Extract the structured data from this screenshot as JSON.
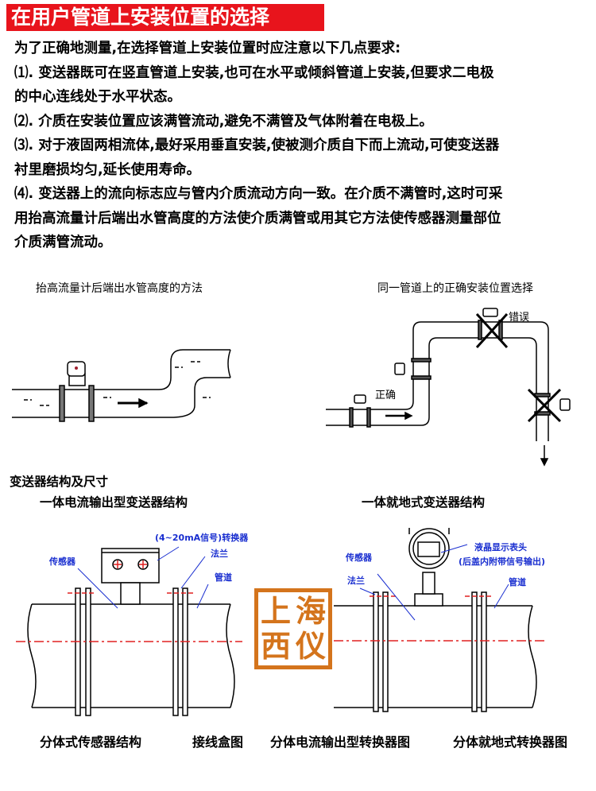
{
  "title": "在用户管道上安装位置的选择",
  "paragraph_lines": [
    "为了正确地测量,在选择管道上安装位置时应注意以下几点要求:",
    "⑴. 变送器既可在竖直管道上安装,也可在水平或倾斜管道上安装,但要求二电极",
    "的中心连线处于水平状态。",
    "⑵. 介质在安装位置应该满管流动,避免不满管及气体附着在电极上。",
    "⑶. 对于液固两相流体,最好采用垂直安装,使被测介质自下而上流动,可使变送器",
    "衬里磨损均匀,延长使用寿命。",
    "⑷. 变送器上的流向标志应与管内介质流动方向一致。在介质不满管时,这时可采",
    "用抬高流量计后端出水管高度的方法使介质满管或用其它方法使传感器测量部位",
    "介质满管流动。"
  ],
  "diagram_left_title": "抬高流量计后端出水管高度的方法",
  "diagram_right_title": "同一管道上的正确安装位置选择",
  "label_wrong": "错误",
  "label_correct": "正确",
  "section_title": "变送器结构及尺寸",
  "struct_left_title": "一体电流输出型变送器结构",
  "struct_right_title": "一体就地式变送器结构",
  "left_labels": {
    "converter": "(4~20mA信号)转换器",
    "sensor": "传感器",
    "flange": "法兰",
    "pipe": "管道"
  },
  "right_labels": {
    "display": "液晶显示表头",
    "display_note": "(后盖内附带信号输出)",
    "sensor": "传感器",
    "flange": "法兰",
    "pipe": "管道"
  },
  "watermark": "上海西仪",
  "captions": [
    "分体式传感器结构",
    "接线盒图",
    "分体电流输出型转换器图",
    "分体就地式转换器图"
  ],
  "colors": {
    "banner": "#e8141c",
    "label_blue": "#1a2fd0",
    "watermark": "#d4741c",
    "centerline": "#e02020"
  }
}
